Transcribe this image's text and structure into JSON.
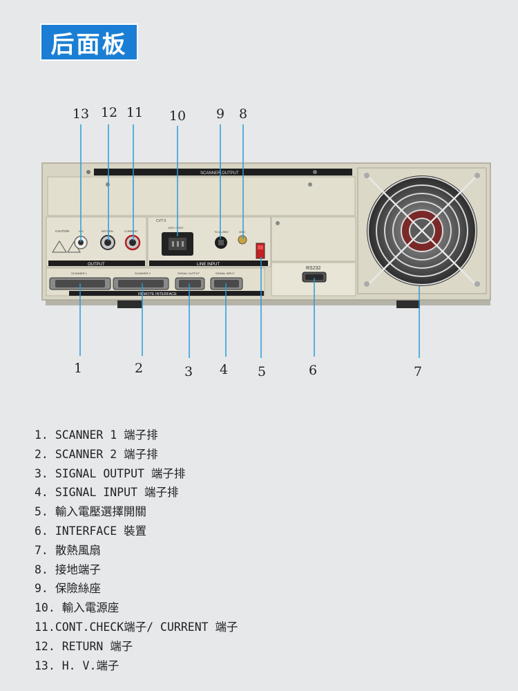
{
  "title": "后面板",
  "callouts_top": [
    "13",
    "12",
    "11",
    "10",
    "9",
    "8"
  ],
  "callouts_bottom": [
    "1",
    "2",
    "3",
    "4",
    "5",
    "6",
    "7"
  ],
  "panel_labels": {
    "scanner_output": "SCANNER OUTPUT",
    "output": "OUTPUT",
    "line_input": "LINE INPUT",
    "remote_interface": "REMOTE INTERFACE",
    "rs232": "RS232",
    "cvt": "CVT II",
    "scanner1": "SCANNER 1",
    "scanner2": "SCANNER 2",
    "signal_output": "SIGNAL OUTPUT",
    "signal_input": "SIGNAL INPUT",
    "hv": "H.V.",
    "return": "RETURN",
    "current": "CURRENT",
    "caution": "CAUTION",
    "voltage": "110V~/220V~",
    "fuse": "T6.3A 250V",
    "gnd": "GND"
  },
  "legend": [
    {
      "num": "1.",
      "text": "SCANNER 1 端子排"
    },
    {
      "num": "2.",
      "text": "SCANNER 2 端子排"
    },
    {
      "num": "3.",
      "text": "SIGNAL OUTPUT 端子排"
    },
    {
      "num": "4.",
      "text": "SIGNAL INPUT 端子排"
    },
    {
      "num": "5.",
      "text": "輸入電壓選擇開關"
    },
    {
      "num": "6.",
      "text": "INTERFACE 裝置"
    },
    {
      "num": "7.",
      "text": "散熱風扇"
    },
    {
      "num": "8.",
      "text": "接地端子"
    },
    {
      "num": "9.",
      "text": "保險絲座"
    },
    {
      "num": "10.",
      "text": "輸入電源座"
    },
    {
      "num": "11.",
      "text": "CONT.CHECK端子/ CURRENT 端子"
    },
    {
      "num": "12.",
      "text": "RETURN 端子"
    },
    {
      "num": "13.",
      "text": "H. V.端子"
    }
  ],
  "colors": {
    "accent": "#1a7fd4",
    "callout_line": "#2a9ad8",
    "panel": "#dcd8c8"
  }
}
